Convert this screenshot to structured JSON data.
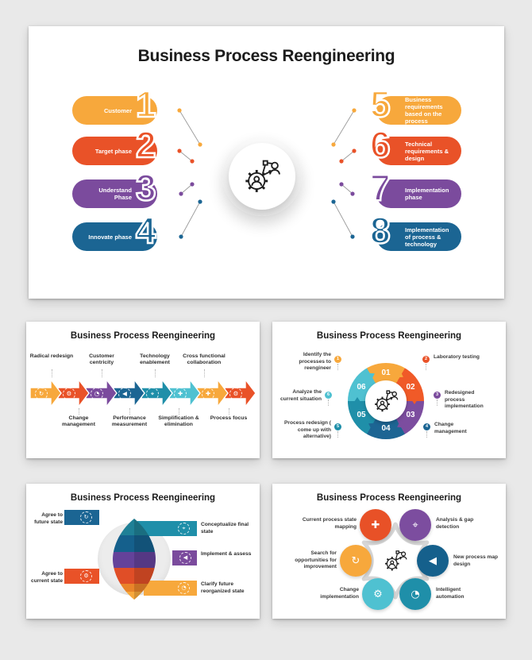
{
  "palette": {
    "amber": "#F7A83C",
    "orange_red": "#E95228",
    "purple": "#7B4B9D",
    "dark_blue": "#1B6593",
    "teal": "#1F8FA9",
    "cyan": "#4FC1D1",
    "page_bg": "#E9E9E9",
    "slide_bg": "#FFFFFF",
    "title_text": "#1C1C1C"
  },
  "slide_main": {
    "title": "Business Process Reengineering",
    "center_icon": "gear-person-network-icon",
    "pills_left": [
      {
        "number": "1",
        "label": "Customer",
        "color": "#F7A83C"
      },
      {
        "number": "2",
        "label": "Target phase",
        "color": "#E95228"
      },
      {
        "number": "3",
        "label": "Understand Phase",
        "color": "#7B4B9D"
      },
      {
        "number": "4",
        "label": "Innovate phase",
        "color": "#1B6593"
      }
    ],
    "pills_right": [
      {
        "number": "5",
        "label": "Business requirements based on the process",
        "color": "#F7A83C"
      },
      {
        "number": "6",
        "label": "Technical requirements & design",
        "color": "#E95228"
      },
      {
        "number": "7",
        "label": "Implementation phase",
        "color": "#7B4B9D"
      },
      {
        "number": "8",
        "label": "Implementation of process & technology",
        "color": "#1B6593"
      }
    ]
  },
  "slide_arrows": {
    "title": "Business Process Reengineering",
    "top_labels": [
      "Radical redesign",
      "Customer centricity",
      "Technology enablement",
      "Cross functional collaboration"
    ],
    "bottom_labels": [
      "Change management",
      "Performance measurement",
      "Simplification & elimination",
      "Process focus"
    ],
    "arrows": [
      {
        "icon": "refresh-icon",
        "glyph": "↻",
        "color": "#F7A83C"
      },
      {
        "icon": "gear-icon",
        "glyph": "⚙",
        "color": "#E95228"
      },
      {
        "icon": "gauge-icon",
        "glyph": "◔",
        "color": "#7B4B9D"
      },
      {
        "icon": "speaker-icon",
        "glyph": "◀",
        "color": "#1B6593"
      },
      {
        "icon": "pin-icon",
        "glyph": "⌖",
        "color": "#1F8FA9"
      },
      {
        "icon": "move-icon",
        "glyph": "✚",
        "color": "#4FC1D1"
      },
      {
        "icon": "move-icon",
        "glyph": "✚",
        "color": "#F7A83C"
      },
      {
        "icon": "gear-icon",
        "glyph": "⚙",
        "color": "#E95228"
      }
    ]
  },
  "slide_cycle": {
    "title": "Business Process Reengineering",
    "center_icon": "gear-network-icon",
    "segments": [
      {
        "number": "01",
        "color": "#F7A83C"
      },
      {
        "number": "02",
        "color": "#F05A28"
      },
      {
        "number": "03",
        "color": "#7C4D9F"
      },
      {
        "number": "04",
        "color": "#1D6593"
      },
      {
        "number": "05",
        "color": "#1F8FA9"
      },
      {
        "number": "06",
        "color": "#4FC1D1"
      }
    ],
    "labels_left": [
      {
        "num": "1",
        "text": "Identify the processes to reengineer",
        "color": "#F7A83C"
      },
      {
        "num": "6",
        "text": "Analyze the current situation",
        "color": "#4FC1D1"
      },
      {
        "num": "5",
        "text": "Process redesign ( come up with alternative)",
        "color": "#1F8FA9"
      }
    ],
    "labels_right": [
      {
        "num": "2",
        "text": "Laboratory testing",
        "color": "#F05A28"
      },
      {
        "num": "3",
        "text": "Redesigned process implementation",
        "color": "#7C4D9F"
      },
      {
        "num": "4",
        "text": "Change management",
        "color": "#1D6593"
      }
    ]
  },
  "slide_sphere": {
    "title": "Business Process Reengineering",
    "left_items": [
      {
        "text": "Agree to future state",
        "icon": "refresh-icon",
        "glyph": "↻",
        "color": "#1B6593"
      },
      {
        "text": "Agree to current state",
        "icon": "gear-icon",
        "glyph": "⚙",
        "color": "#E95228"
      }
    ],
    "right_items": [
      {
        "text": "Conceptualize final state",
        "icon": "pin-icon",
        "glyph": "⌖",
        "color": "#1F8FA9"
      },
      {
        "text": "Implement & assess",
        "icon": "speaker-icon",
        "glyph": "◀",
        "color": "#7B4B9D"
      },
      {
        "text": "Clarify future reorganized state",
        "icon": "gauge-icon",
        "glyph": "◔",
        "color": "#F7A83C"
      }
    ]
  },
  "slide_flower": {
    "title": "Business Process Reengineering",
    "center_icon": "gear-network-icon",
    "items": [
      {
        "text": "Current process state mapping",
        "icon": "move-icon",
        "glyph": "✚",
        "color": "#E85127"
      },
      {
        "text": "Analysis & gap detection",
        "icon": "pin-icon",
        "glyph": "⌖",
        "color": "#7C4D9F"
      },
      {
        "text": "Search for opportunities for improvement",
        "icon": "refresh-icon",
        "glyph": "↻",
        "color": "#F7A83C"
      },
      {
        "text": "New process map design",
        "icon": "speaker-icon",
        "glyph": "◀",
        "color": "#15608C"
      },
      {
        "text": "Change implementation",
        "icon": "gear-icon",
        "glyph": "⚙",
        "color": "#4FC1D1"
      },
      {
        "text": "Intelligent automation",
        "icon": "gauge-icon",
        "glyph": "◔",
        "color": "#1F8FA9"
      }
    ]
  }
}
